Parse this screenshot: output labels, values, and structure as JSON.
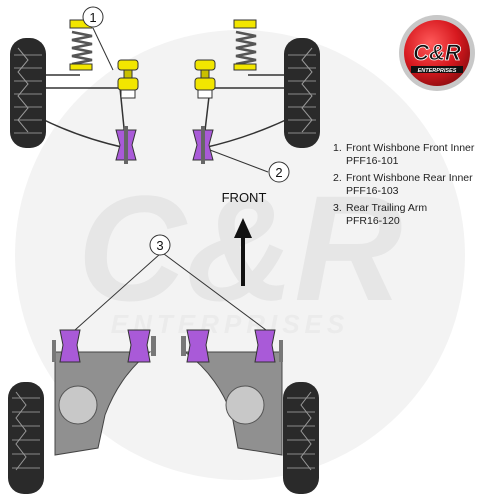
{
  "logo": {
    "text": "C&R",
    "subtext": "ENTERPRISES",
    "colors": {
      "red": "#d7191f",
      "silver": "#c8c8c8"
    }
  },
  "watermark": {
    "text": "C&R",
    "subtext": "ENTERPRISES"
  },
  "front_label": "FRONT",
  "callouts": [
    "1",
    "2",
    "3"
  ],
  "legend": [
    {
      "num": "1.",
      "title": "Front Wishbone Front Inner",
      "part": "PFF16-101"
    },
    {
      "num": "2.",
      "title": "Front Wishbone Rear Inner",
      "part": "PFF16-103"
    },
    {
      "num": "3.",
      "title": "Rear Trailing Arm",
      "part": "PFR16-120"
    }
  ],
  "colors": {
    "bush_yellow": "#f2e600",
    "bush_purple": "#a95ad8",
    "arm_grey": "#909090",
    "tyre": "#2a2a2a"
  }
}
